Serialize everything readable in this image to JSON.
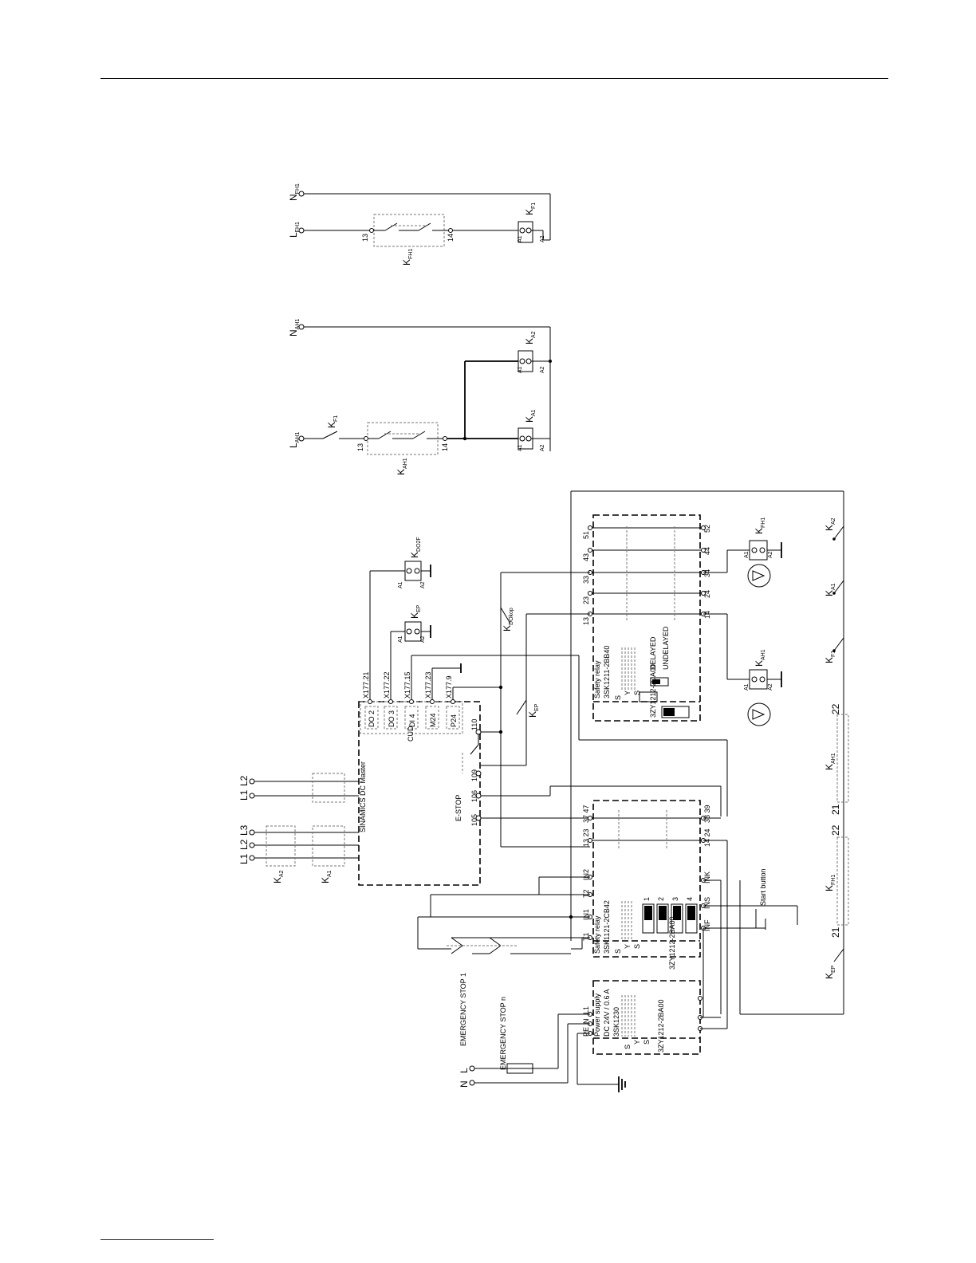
{
  "circuit1": {
    "supply_l": "L",
    "supply_l_sub": "FH1",
    "supply_n": "N",
    "supply_n_sub": "FH1",
    "contact_block": "K",
    "contact_block_sub": "FH1",
    "contact_in": "13",
    "contact_out": "14",
    "coil": "K",
    "coil_sub": "F1",
    "coil_a1": "A1",
    "coil_a2": "A2"
  },
  "circuit2": {
    "supply_l": "L",
    "supply_l_sub": "AH1",
    "supply_n": "N",
    "supply_n_sub": "AH1",
    "series_contact": "K",
    "series_contact_sub": "F1",
    "contact_block": "K",
    "contact_block_sub": "AH1",
    "contact_in": "13",
    "contact_out": "14",
    "coil1": "K",
    "coil1_sub": "A1",
    "coil2": "K",
    "coil2_sub": "A2",
    "a1": "A1",
    "a2": "A2"
  },
  "main": {
    "lines_upper": [
      "L2",
      "L1"
    ],
    "lines_lower": [
      "L1",
      "L2",
      "L3"
    ],
    "ka2": "K",
    "ka2_sub": "A2",
    "ka1": "K",
    "ka1_sub": "A1",
    "master_label": "SINAMICS DC Master",
    "cud_label": "CUD",
    "cud_terminals": [
      "DO 2",
      "DO 3",
      "DI 4",
      "M24",
      "P24"
    ],
    "x177_terminals": [
      "X177.21",
      "X177.22",
      "X177.15",
      "X177.23",
      "X177.9"
    ],
    "kdo2f": "K",
    "kdo2f_sub": "DO2F",
    "kep_coil": "K",
    "kep_coil_sub": "EP",
    "kdokop": "K",
    "kdokop_sub": "DOkop",
    "kep_contact": "K",
    "kep_contact_sub": "EP",
    "estop_label": "E-STOP",
    "estop_terminals": [
      "110",
      "109",
      "106",
      "105"
    ],
    "relay1_title": "Safety relay",
    "relay1_part": "3SK1211-2BB40",
    "relay1_module": "3ZY1212-2DA00",
    "relay1_delayed": "DELAYED",
    "relay1_undelayed": "UNDELAYED",
    "relay1_top_terminals": [
      "51",
      "43",
      "33",
      "23",
      "13"
    ],
    "relay1_bottom_terminals": [
      "52",
      "44",
      "34",
      "24",
      "14"
    ],
    "kfh1_coil": "K",
    "kfh1_coil_sub": "FH1",
    "kah1_coil": "K",
    "kah1_coil_sub": "AH1",
    "relay2_title": "Safety relay",
    "relay2_part": "3SK1121-2CB42",
    "relay2_module": "3ZY1212-2BA00",
    "relay2_top_terminals": [
      "37 47",
      "13 23",
      "IN2",
      "T2",
      "IN1",
      "T1"
    ],
    "relay2_bottom_terminals": [
      "38 39",
      "14 24",
      "INK",
      "INS",
      "INF"
    ],
    "dip_numbers": [
      "1",
      "2",
      "3",
      "4"
    ],
    "start_button": "Start button",
    "emergency_stop_1": "EMERGENCY STOP 1",
    "emergency_stop_n": "EMERGENCY STOP n",
    "psu_title": "Power supply",
    "psu_spec": "DC 24V / 0.6 A",
    "psu_part": "3SK1230",
    "psu_module": "3ZY1212-2BA00",
    "psu_terminals": [
      "PE",
      "N",
      "L1"
    ],
    "supply_l": "L",
    "supply_n": "N",
    "sys": [
      "S",
      "Y",
      "S"
    ],
    "right_contacts": [
      {
        "k": "K",
        "sub": "A2"
      },
      {
        "k": "K",
        "sub": "A1"
      },
      {
        "k": "K",
        "sub": "F1"
      },
      {
        "k": "K",
        "sub": "AH1"
      },
      {
        "k": "K",
        "sub": "FH1"
      },
      {
        "k": "K",
        "sub": "EP"
      }
    ],
    "right_numbers": [
      "22",
      "21",
      "22",
      "21"
    ]
  }
}
